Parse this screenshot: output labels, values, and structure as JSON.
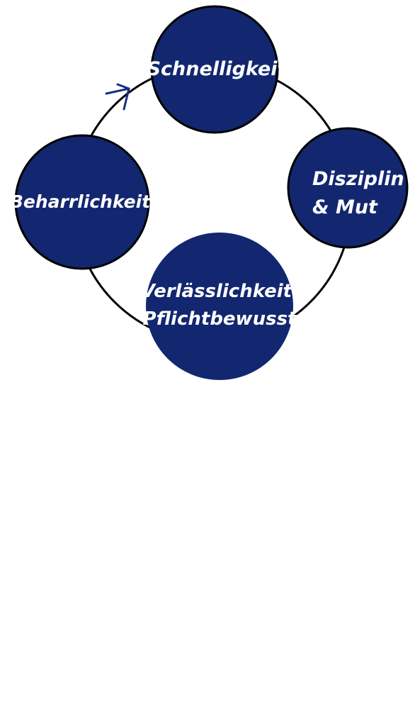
{
  "colors": {
    "node_fill": "#12276f",
    "node_stroke": "#000000",
    "cycle_stroke": "#000000",
    "arrow_stroke": "#1a2f80",
    "label": "#ffffff"
  },
  "icons": {
    "direction_arrow": "arrow-clockwise-icon"
  },
  "nodes": {
    "schnelligkeit": {
      "lines": [
        "Schnelligkeit"
      ]
    },
    "disziplin": {
      "lines": [
        "Disziplin",
        "& Mut"
      ]
    },
    "verlaesslichkeit": {
      "lines": [
        "Verlässlichkeit",
        "Pflichtbewusst"
      ]
    },
    "beharrlichkeit": {
      "lines": [
        "Beharrlichkeit"
      ]
    }
  }
}
